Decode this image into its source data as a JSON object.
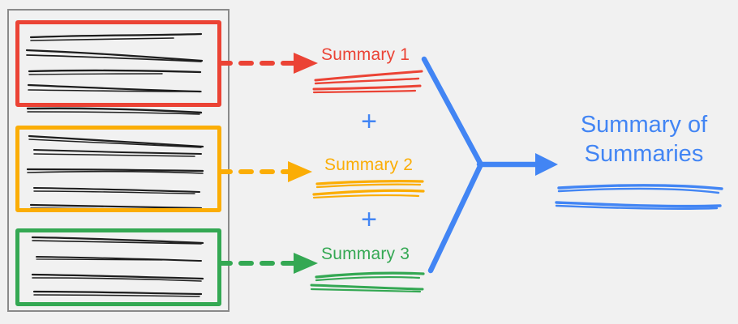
{
  "diagram": {
    "title_semantic": "summary-of-summaries-pipeline",
    "background_color": "#f1f1f1"
  },
  "source_document": {
    "name": "source-document-frame",
    "frame_color": "#8a8a8a",
    "chunks": [
      {
        "id": "chunk-1",
        "color": "#eb4335",
        "color_name": "red",
        "line_count": 5
      },
      {
        "id": "chunk-2",
        "color": "#fbad05",
        "color_name": "orange",
        "line_count": 5
      },
      {
        "id": "chunk-3",
        "color": "#34a853",
        "color_name": "green",
        "line_count": 4
      }
    ]
  },
  "arrows": {
    "dashed": [
      {
        "name": "dashed-arrow-red",
        "color": "#eb4335"
      },
      {
        "name": "dashed-arrow-orange",
        "color": "#fbad05"
      },
      {
        "name": "dashed-arrow-green",
        "color": "#34a853"
      }
    ],
    "merge": {
      "name": "merge-arrow",
      "color": "#4285f4"
    }
  },
  "summaries": [
    {
      "label": "Summary 1",
      "color": "#eb4335",
      "squiggle_lines": 2
    },
    {
      "label": "Summary 2",
      "color": "#fbad05",
      "squiggle_lines": 2
    },
    {
      "label": "Summary 3",
      "color": "#34a853",
      "squiggle_lines": 2
    }
  ],
  "operators": [
    {
      "symbol": "+",
      "color": "#4285f4"
    },
    {
      "symbol": "+",
      "color": "#4285f4"
    }
  ],
  "final_output": {
    "label": "Summary of\nSummaries",
    "label_line1": "Summary of",
    "label_line2": "Summaries",
    "color": "#4285f4",
    "squiggle_lines": 2
  },
  "palette": {
    "red": "#eb4335",
    "orange": "#fbad05",
    "green": "#34a853",
    "blue": "#4285f4",
    "ink": "#1d1d1d",
    "frame_gray": "#8a8a8a",
    "background": "#f1f1f1"
  }
}
